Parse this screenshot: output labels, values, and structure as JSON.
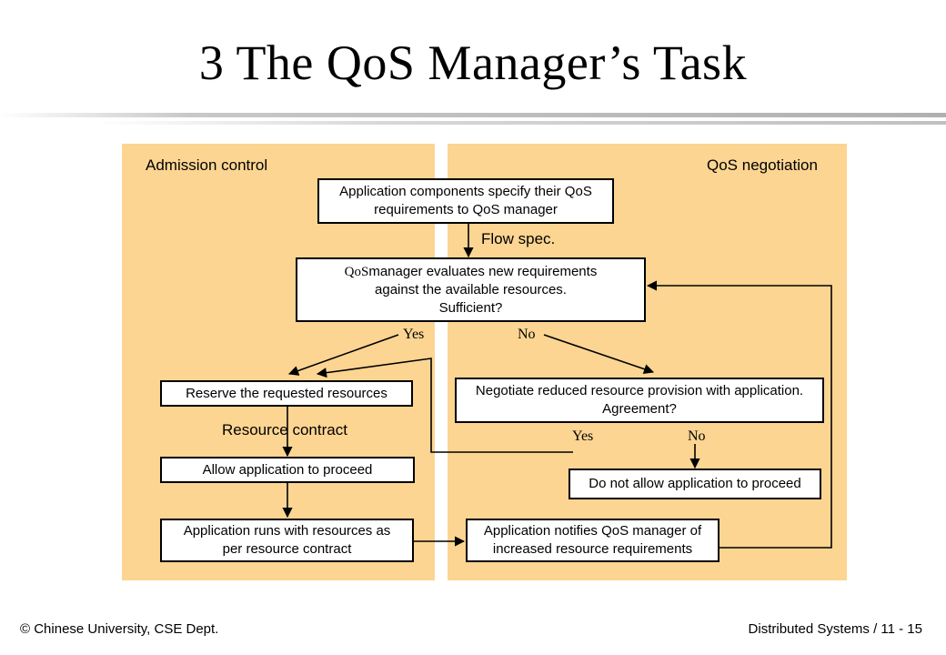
{
  "slide": {
    "title": "3  The QoS Manager’s Task"
  },
  "panels": {
    "left_label": "Admission control",
    "right_label": "QoS negotiation"
  },
  "boxes": {
    "specify": [
      "Application components specify their QoS",
      "requirements to QoS manager"
    ],
    "evaluate_prefix": "QoS",
    "evaluate": [
      "manager evaluates new requirements",
      "against the available resources.",
      "Sufficient?"
    ],
    "reserve": "Reserve the requested resources",
    "negotiate": [
      "Negotiate reduced resource provision with application.",
      "Agreement?"
    ],
    "allow": "Allow application to proceed",
    "deny": "Do not allow application to proceed",
    "runs": [
      "Application runs with resources as",
      "per resource contract"
    ],
    "notifies": [
      "Application notifies QoS manager of",
      "increased resource requirements"
    ]
  },
  "labels": {
    "flow_spec": "Flow spec.",
    "resource_contract": "Resource contract",
    "yes1": "Yes",
    "no1": "No",
    "yes2": "Yes",
    "no2": "No"
  },
  "footer": {
    "left": "© Chinese University, CSE Dept.",
    "right": "Distributed Systems / 11 - 15"
  }
}
